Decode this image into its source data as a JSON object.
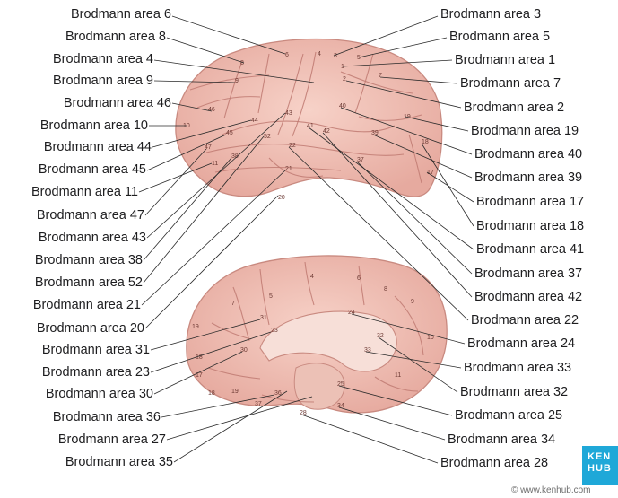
{
  "left_labels": [
    "Brodmann area 6",
    "Brodmann area 8",
    "Brodmann area 4",
    "Brodmann area 9",
    "Brodmann area 46",
    "Brodmann area 10",
    "Brodmann area 44",
    "Brodmann area 45",
    "Brodmann area 11",
    "Brodmann area 47",
    "Brodmann area 43",
    "Brodmann area 38",
    "Brodmann area 52",
    "Brodmann area 21",
    "Brodmann area 20",
    "Brodmann area 31",
    "Brodmann area 23",
    "Brodmann area 30",
    "Brodmann area 36",
    "Brodmann area 27",
    "Brodmann area 35"
  ],
  "right_labels": [
    "Brodmann area 3",
    "Brodmann area 5",
    "Brodmann area 1",
    "Brodmann area 7",
    "Brodmann area 2",
    "Brodmann area 19",
    "Brodmann area 40",
    "Brodmann area 39",
    "Brodmann area 17",
    "Brodmann area 18",
    "Brodmann area 41",
    "Brodmann area 37",
    "Brodmann area 42",
    "Brodmann area 22",
    "Brodmann area 24",
    "Brodmann area 33",
    "Brodmann area 32",
    "Brodmann area 25",
    "Brodmann area 34",
    "Brodmann area 28"
  ],
  "lateral_numbers": [
    "6",
    "8",
    "4",
    "3",
    "5",
    "1",
    "2",
    "7",
    "9",
    "46",
    "10",
    "44",
    "45",
    "47",
    "11",
    "43",
    "41",
    "40",
    "19",
    "39",
    "18",
    "22",
    "21",
    "37",
    "17",
    "38",
    "20",
    "52",
    "42"
  ],
  "medial_numbers": [
    "4",
    "6",
    "8",
    "9",
    "5",
    "7",
    "31",
    "23",
    "24",
    "10",
    "19",
    "18",
    "17",
    "30",
    "32",
    "33",
    "11",
    "18",
    "19",
    "37",
    "36",
    "25",
    "28",
    "34"
  ],
  "branding": {
    "logo": "KEN HUB",
    "credit": "© www.kenhub.com"
  },
  "colors": {
    "brain_fill": "#f2c3b8",
    "brain_shadow": "#dfa397",
    "line": "#2a2a2a",
    "logo_bg": "#1fa8d8"
  }
}
